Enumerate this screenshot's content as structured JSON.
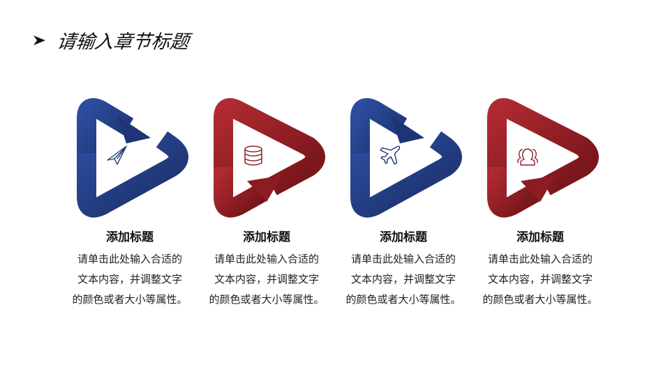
{
  "header": {
    "bullet_icon": "arrowhead-bullet",
    "title": "请输入章节标题"
  },
  "colors": {
    "blue": "#25418c",
    "blue_dark": "#1c2f6b",
    "red": "#a3242b",
    "red_dark": "#7a161b"
  },
  "cards": [
    {
      "color": "blue",
      "icon": "paper-plane-icon",
      "title": "添加标题",
      "desc": [
        "请单击此处输入合适的",
        "文本内容，并调整文字",
        "的颜色或者大小等属性。"
      ]
    },
    {
      "color": "red",
      "icon": "database-icon",
      "title": "添加标题",
      "desc": [
        "请单击此处输入合适的",
        "文本内容，并调整文字",
        "的颜色或者大小等属性。"
      ]
    },
    {
      "color": "blue",
      "icon": "airplane-icon",
      "title": "添加标题",
      "desc": [
        "请单击此处输入合适的",
        "文本内容，并调整文字",
        "的颜色或者大小等属性。"
      ]
    },
    {
      "color": "red",
      "icon": "users-icon",
      "title": "添加标题",
      "desc": [
        "请单击此处输入合适的",
        "文本内容，并调整文字",
        "的颜色或者大小等属性。"
      ]
    }
  ]
}
